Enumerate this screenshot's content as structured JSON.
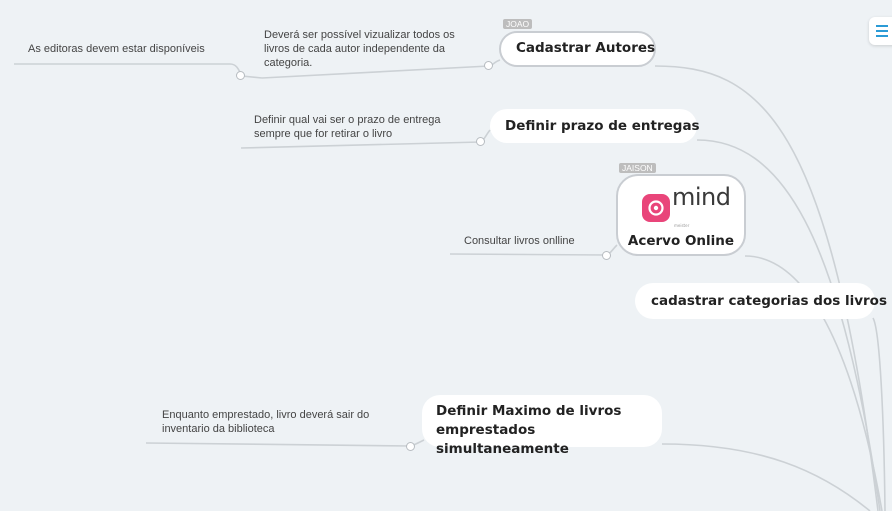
{
  "nodes": {
    "cadastrar_autores": "Cadastrar Autores",
    "definir_prazo": "Definir prazo de entregas",
    "acervo_online": "Acervo Online",
    "cadastrar_categorias": "cadastrar categorias dos livros",
    "definir_maximo": [
      "Definir Maximo de livros",
      "emprestados simultaneamente"
    ]
  },
  "tags": {
    "joao": "JOAO",
    "jaison": "JAISON"
  },
  "notes": {
    "visualizar_autores": [
      "Deverá ser possível vizualizar todos os",
      "livros de cada autor independente da",
      "categoria."
    ],
    "editoras": "As editoras devem estar disponíveis",
    "prazo": [
      "Definir qual vai ser o prazo de entrega",
      "sempre que for retirar o livro"
    ],
    "consultar": "Consultar livros onlline",
    "inventario": [
      "Enquanto emprestado, livro deverá sair do",
      "inventario da biblioteca"
    ]
  },
  "logo": {
    "text": "mind",
    "subtext": "meister",
    "icon": "mindmeister-logo-icon",
    "color": "#e9457a"
  },
  "menu": {
    "icon": "hamburger-menu-icon",
    "color": "#2b9bd6"
  },
  "colors": {
    "background": "#eef2f5",
    "connector": "#ccd1d5"
  }
}
